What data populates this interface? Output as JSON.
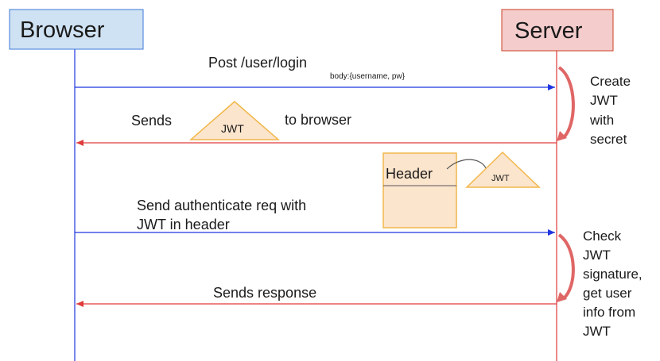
{
  "actors": {
    "browser": {
      "label": "Browser",
      "fill": "#cfe2f3",
      "stroke": "#3c78d8"
    },
    "server": {
      "label": "Server",
      "fill": "#f4cccc",
      "stroke": "#cc4125"
    }
  },
  "colors": {
    "request_arrow": "#1f36e0",
    "response_arrow": "#e03a3a",
    "token_fill": "#fce5cd",
    "token_stroke": "#f1b74b",
    "curve_arrow": "#e06666",
    "connector": "#555555"
  },
  "messages": [
    {
      "label": "Post /user/login",
      "detail": "body:{username, pw}",
      "direction": "to-server"
    },
    {
      "label_before": "Sends",
      "token": "JWT",
      "label_after": "to browser",
      "direction": "to-browser"
    },
    {
      "label_line1": "Send authenticate req with",
      "label_line2": "JWT in header",
      "direction": "to-server"
    },
    {
      "label": "Sends response",
      "direction": "to-browser"
    }
  ],
  "header_box": {
    "label": "Header",
    "token": "JWT"
  },
  "server_notes": [
    {
      "lines": [
        "Create",
        "JWT",
        "with",
        "secret"
      ]
    },
    {
      "lines": [
        "Check",
        "JWT",
        "signature,",
        "get user",
        "info from",
        "JWT"
      ]
    }
  ]
}
